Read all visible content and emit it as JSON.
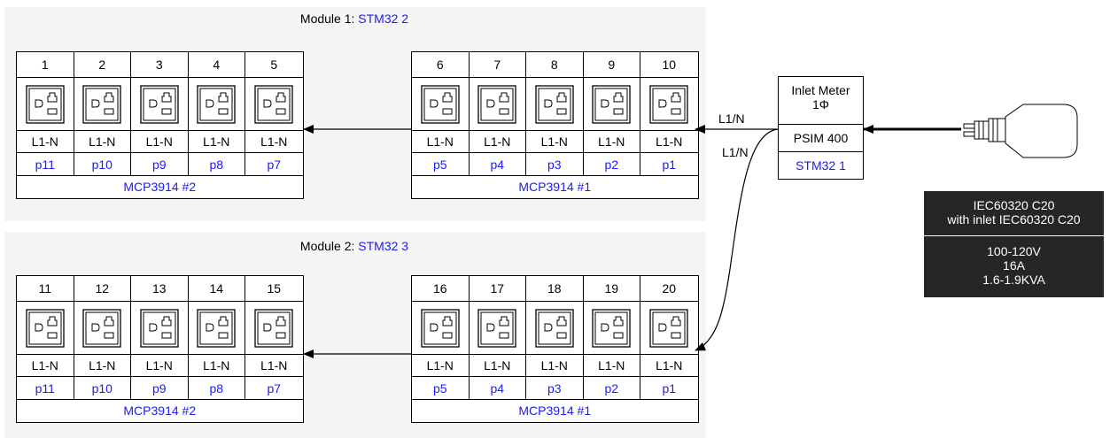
{
  "modules": [
    {
      "title_prefix": "Module 1: ",
      "title_link": "STM32 2",
      "groups": [
        {
          "numbers": [
            "1",
            "2",
            "3",
            "4",
            "5"
          ],
          "labels": [
            "L1-N",
            "L1-N",
            "L1-N",
            "L1-N",
            "L1-N"
          ],
          "pins": [
            "p11",
            "p10",
            "p9",
            "p8",
            "p7"
          ],
          "chip": "MCP3914 #2"
        },
        {
          "numbers": [
            "6",
            "7",
            "8",
            "9",
            "10"
          ],
          "labels": [
            "L1-N",
            "L1-N",
            "L1-N",
            "L1-N",
            "L1-N"
          ],
          "pins": [
            "p5",
            "p4",
            "p3",
            "p2",
            "p1"
          ],
          "chip": "MCP3914 #1"
        }
      ]
    },
    {
      "title_prefix": "Module 2: ",
      "title_link": "STM32 3",
      "groups": [
        {
          "numbers": [
            "11",
            "12",
            "13",
            "14",
            "15"
          ],
          "labels": [
            "L1-N",
            "L1-N",
            "L1-N",
            "L1-N",
            "L1-N"
          ],
          "pins": [
            "p11",
            "p10",
            "p9",
            "p8",
            "p7"
          ],
          "chip": "MCP3914 #2"
        },
        {
          "numbers": [
            "16",
            "17",
            "18",
            "19",
            "20"
          ],
          "labels": [
            "L1-N",
            "L1-N",
            "L1-N",
            "L1-N",
            "L1-N"
          ],
          "pins": [
            "p5",
            "p4",
            "p3",
            "p2",
            "p1"
          ],
          "chip": "MCP3914 #1"
        }
      ]
    }
  ],
  "inlet": {
    "title_line1": "Inlet Meter",
    "title_line2": "1Φ",
    "meter": "PSIM 400",
    "controller": "STM32 1"
  },
  "wires": {
    "label_top": "L1/N",
    "label_bottom": "L1/N"
  },
  "info": {
    "line1": "IEC60320 C20",
    "line2": "with inlet IEC60320 C20",
    "line3": "100-120V",
    "line4": "16A",
    "line5": "1.6-1.9KVA"
  },
  "colors": {
    "link": "#1a1aff",
    "module_bg": "#f5f5f5",
    "info_bg": "#262626"
  }
}
